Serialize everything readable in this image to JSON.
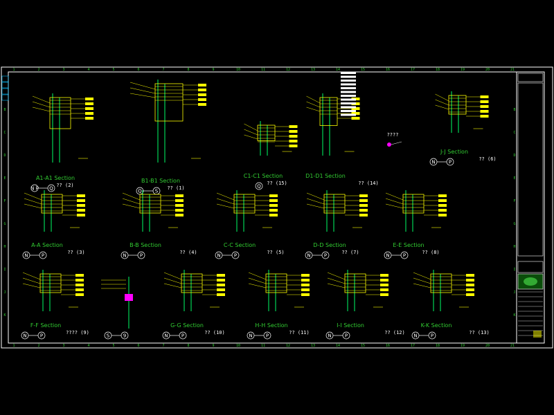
{
  "colors": {
    "background": "#000000",
    "frame": "#ffffff",
    "title": "#32cd32",
    "annotation": "#ffff00",
    "column": "#00ff66",
    "highlight": "#ff00ff",
    "dimension": "#00bfff"
  },
  "drawing": {
    "grid_columns": [
      "1",
      "2",
      "3",
      "4",
      "5",
      "6",
      "7",
      "8",
      "9",
      "10",
      "11",
      "12",
      "13",
      "14",
      "15",
      "16",
      "17",
      "18",
      "19",
      "20",
      "21"
    ],
    "grid_rows": [
      "B",
      "C",
      "D",
      "E",
      "F",
      "G",
      "H",
      "I",
      "J",
      "K"
    ],
    "note_center": "????",
    "sections": [
      {
        "id": "a1",
        "title": "A1-A1 Section",
        "sub": "?? (2)",
        "grid": "N P",
        "gridB": "Q"
      },
      {
        "id": "b1",
        "title": "B1-B1 Section",
        "sub": "?? (1)",
        "grid": "Q",
        "gridB": "S"
      },
      {
        "id": "c1",
        "title": "C1-C1 Section",
        "sub": "?? (15)",
        "grid": "",
        "gridB": "Q"
      },
      {
        "id": "d1",
        "title": "D1-D1 Section",
        "sub": "?? (14)",
        "grid": "",
        "gridB": ""
      },
      {
        "id": "jj",
        "title": "J-J Section",
        "sub": "?? (6)",
        "grid": "N",
        "gridB": "P"
      },
      {
        "id": "aa",
        "title": "A-A Section",
        "sub": "?? (3)",
        "grid": "N",
        "gridB": "P"
      },
      {
        "id": "bb",
        "title": "B-B Section",
        "sub": "?? (4)",
        "grid": "N",
        "gridB": "P"
      },
      {
        "id": "cc",
        "title": "C-C Section",
        "sub": "?? (5)",
        "grid": "N",
        "gridB": "P"
      },
      {
        "id": "dd",
        "title": "D-D Section",
        "sub": "?? (7)",
        "grid": "N",
        "gridB": "P"
      },
      {
        "id": "ee",
        "title": "E-E Section",
        "sub": "?? (8)",
        "grid": "N",
        "gridB": "P"
      },
      {
        "id": "ff",
        "title": "F-F Section",
        "sub": "???? (9)",
        "grid": "N",
        "gridB": "P"
      },
      {
        "id": "s9",
        "title": "",
        "sub": "",
        "grid": "S",
        "gridB": "9"
      },
      {
        "id": "gg",
        "title": "G-G Section",
        "sub": "?? (10)",
        "grid": "N",
        "gridB": "P"
      },
      {
        "id": "hh",
        "title": "H-H Section",
        "sub": "?? (11)",
        "grid": "N",
        "gridB": "P"
      },
      {
        "id": "ii",
        "title": "I-I Section",
        "sub": "?? (12)",
        "grid": "N",
        "gridB": "P"
      },
      {
        "id": "kk",
        "title": "K-K Section",
        "sub": "?? (13)",
        "grid": "N",
        "gridB": "P"
      }
    ]
  }
}
